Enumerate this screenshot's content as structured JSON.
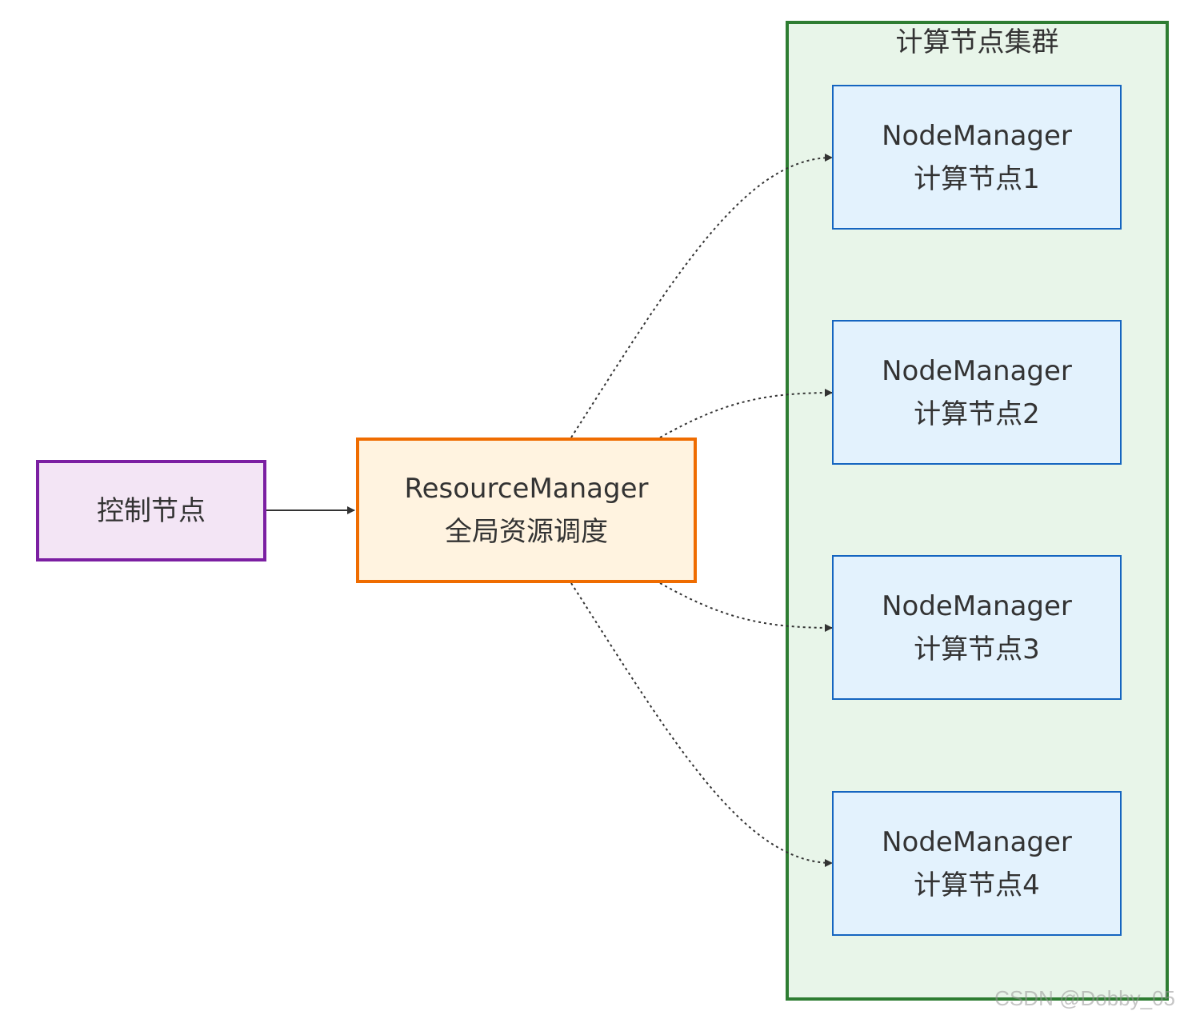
{
  "colors": {
    "control_fill": "#f3e5f5",
    "control_stroke": "#7b1fa2",
    "rm_fill": "#fff3e0",
    "rm_stroke": "#ef6c00",
    "cluster_fill": "#e8f5e9",
    "cluster_stroke": "#2e7d32",
    "node_fill": "#e3f2fd",
    "node_stroke": "#1565c0",
    "edge": "#333333"
  },
  "control_node": {
    "label": "控制节点"
  },
  "resource_manager": {
    "line1": "ResourceManager",
    "line2": "全局资源调度"
  },
  "cluster": {
    "title": "计算节点集群",
    "nodes": [
      {
        "line1": "NodeManager",
        "line2": "计算节点1"
      },
      {
        "line1": "NodeManager",
        "line2": "计算节点2"
      },
      {
        "line1": "NodeManager",
        "line2": "计算节点3"
      },
      {
        "line1": "NodeManager",
        "line2": "计算节点4"
      }
    ]
  },
  "watermark": "CSDN @Dobby_05"
}
